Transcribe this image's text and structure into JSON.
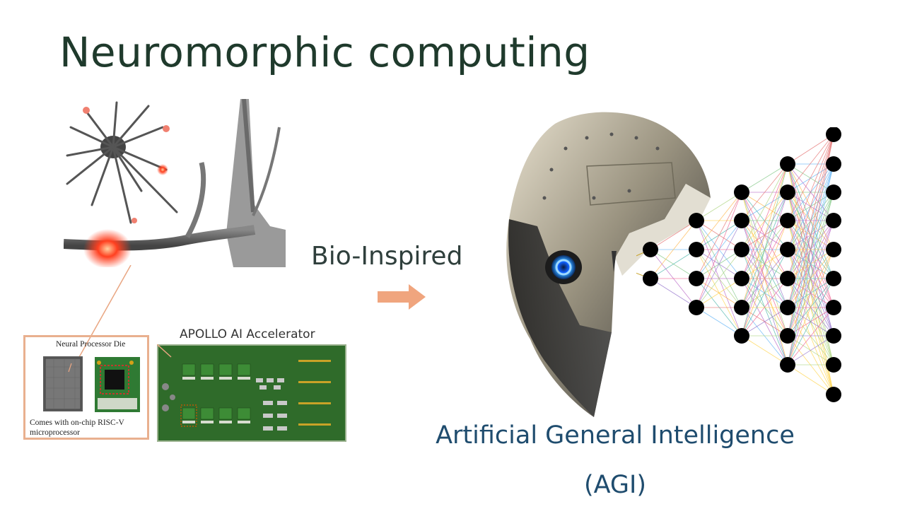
{
  "slide": {
    "title": "Neuromorphic computing",
    "bio_label": "Bio-Inspired",
    "agi_line1": "Artificial General Intelligence",
    "agi_line2": "(AGI)"
  },
  "chip_panel": {
    "header": "Neural Processor Die",
    "caption_line1": "Comes with on-chip RISC-V",
    "caption_line2": "microprocessor",
    "accelerator_label": "APOLLO AI Accelerator"
  },
  "colors": {
    "title": "#1f3a2c",
    "agi_text": "#1f4c6e",
    "arrow": "#f0a57e",
    "chip_border": "#e9b08f",
    "pcb_green": "#2f6b2a"
  }
}
